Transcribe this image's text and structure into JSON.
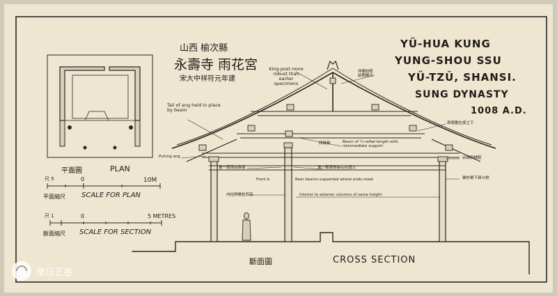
{
  "title_block": {
    "province_county": "山西 榆次縣",
    "temple": "永壽寺 雨花宮",
    "date_cn": "宋大中祥符元年建",
    "romanized": [
      "YÜ-HUA KUNG",
      "YUNG-SHOU SSU",
      "YÜ-TZŬ, SHANSI.",
      "SUNG DYNASTY",
      "1008 A.D."
    ]
  },
  "plan": {
    "label_cn": "平面圖",
    "label_en": "PLAN"
  },
  "scale_plan": {
    "cn": "尺 5",
    "zero": "0",
    "max": "10M",
    "caption_cn": "平面縮尺",
    "caption_en": "SCALE FOR PLAN"
  },
  "scale_section": {
    "cn": "尺 1",
    "zero": "0",
    "max": "5 METRES",
    "caption_cn": "斷面縮尺",
    "caption_en": "SCALE FOR SECTION"
  },
  "annotations": {
    "king_post": "King-post more robust than earlier specimens",
    "tail": "Tail of ang held in place by beam",
    "ridge_cn": "伴類枋較前期略大",
    "eaves_cn": "昂尾壓在梁之下",
    "beam_cn": "四椽栿",
    "beam_en": "Beam of ¼-rafter-length with intermediate support",
    "puhing_en": "Puhing ang",
    "bracket_cn1": "第一層梁前後長",
    "bracket_cn2": "第一層梁搭接在柱頭上",
    "rear_beams": "Rear beams supported where ends meet",
    "front_b": "Front b",
    "interior_cn": "內柱與檐柱同高",
    "interior_en": "Interior to exterior columns of same height",
    "right_cn1": "合條斜棋較",
    "right_cn2": "單杪單下昂斗栱"
  },
  "section": {
    "label_cn": "斷面圖",
    "label_en": "CROSS SECTION"
  },
  "watermark": "聚日艺卷"
}
